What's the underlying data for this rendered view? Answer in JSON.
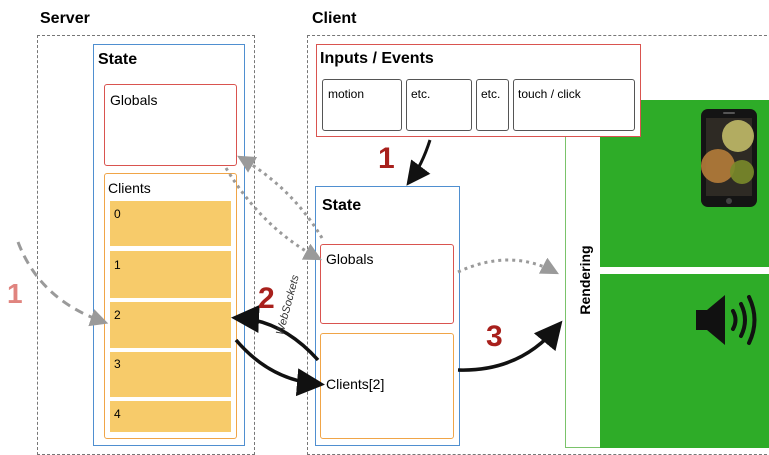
{
  "server": {
    "title": "Server",
    "state_title": "State",
    "globals_label": "Globals",
    "clients_label": "Clients",
    "clients": [
      "0",
      "1",
      "2",
      "3",
      "4"
    ]
  },
  "client": {
    "title": "Client",
    "inputs_title": "Inputs / Events",
    "inputs": [
      "motion",
      "etc.",
      "etc.",
      "touch / click"
    ],
    "state_title": "State",
    "globals_label": "Globals",
    "clients_label": "Clients[2]"
  },
  "rendering_label": "Rendering",
  "websockets_label": "WebSockets",
  "steps": {
    "server_in": "1",
    "client_in": "1",
    "sync": "2",
    "render": "3"
  },
  "icons": {
    "device": "smartphone-icon",
    "audio": "speaker-icon"
  },
  "colors": {
    "green": "#2eac28",
    "step_dark": "#a8201c",
    "step_light": "#e0847f"
  }
}
